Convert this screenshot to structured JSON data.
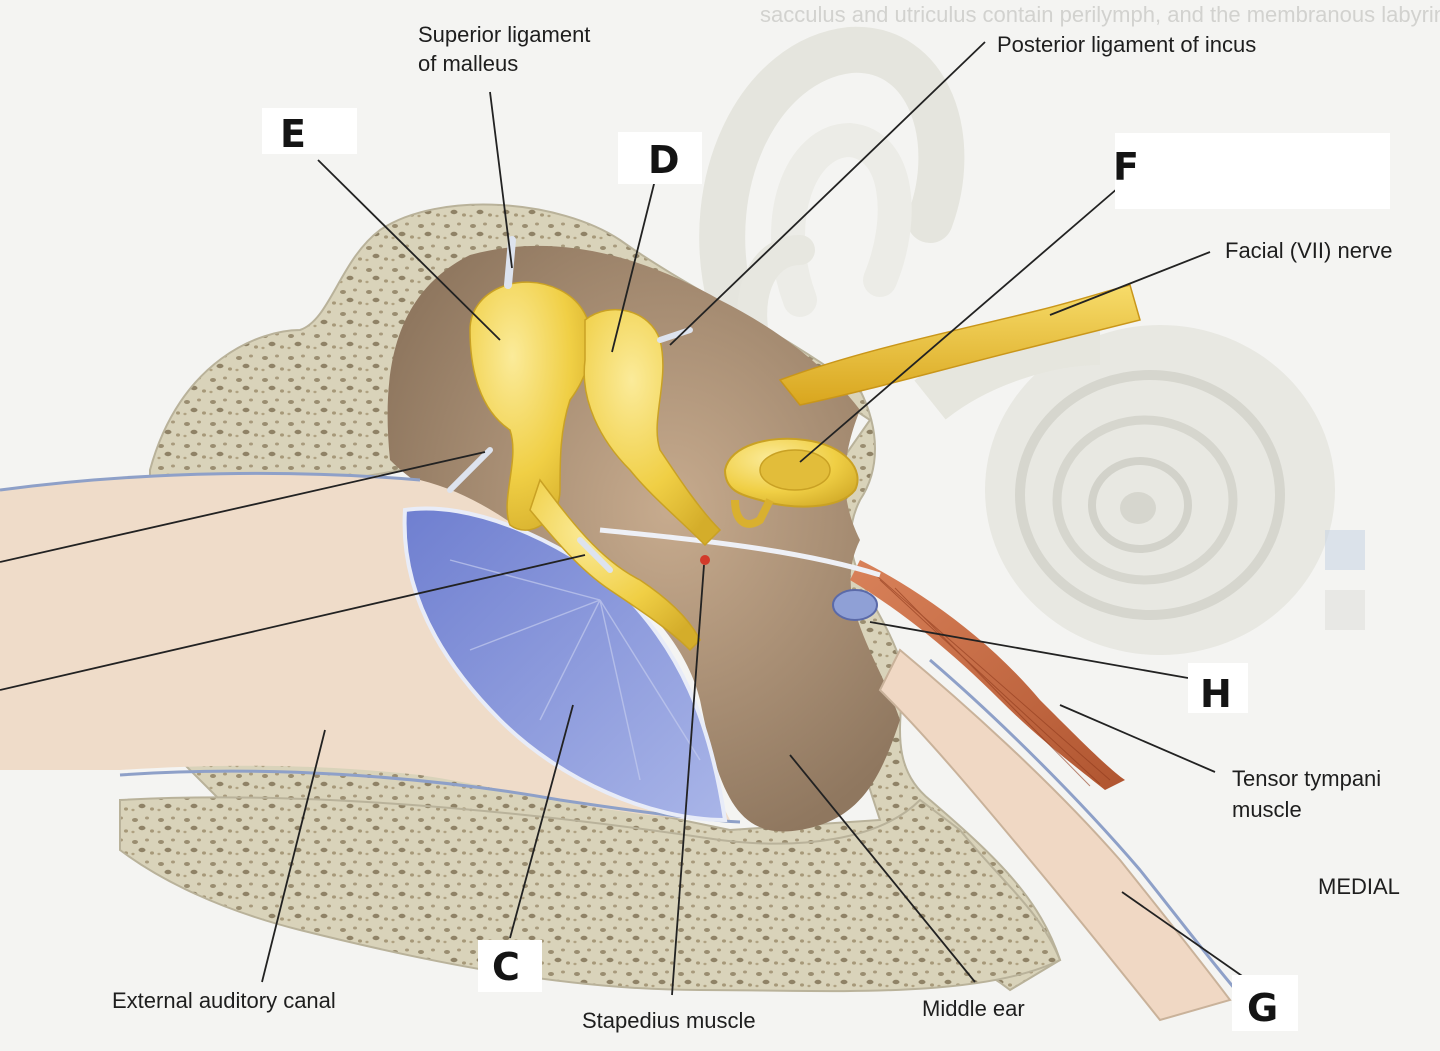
{
  "diagram": {
    "background_text": "sacculus and utriculus contain perilymph, and the membranous labyrinth contains endolymph",
    "labels": {
      "superior_ligament_line1": "Superior ligament",
      "superior_ligament_line2": "of malleus",
      "posterior_ligament": "Posterior ligament of incus",
      "facial_nerve": "Facial (VII) nerve",
      "tensor_line1": "Tensor tympani",
      "tensor_line2": "muscle",
      "medial": "MEDIAL",
      "external_canal": "External auditory canal",
      "stapedius": "Stapedius muscle",
      "middle_ear": "Middle ear"
    },
    "letters": {
      "E": "E",
      "D": "D",
      "F": "F",
      "H": "H",
      "C": "C",
      "G": "G"
    }
  },
  "colors": {
    "bone": "#d8d2b8",
    "ossicle": "#f2d24c",
    "tympanic_membrane": "#7f8fd6",
    "nerve": "#f0c238",
    "muscle": "#c86a40",
    "cavity": "#b59a80",
    "canal": "#ecd8c8",
    "labyrinth": "#e6e6e0"
  }
}
